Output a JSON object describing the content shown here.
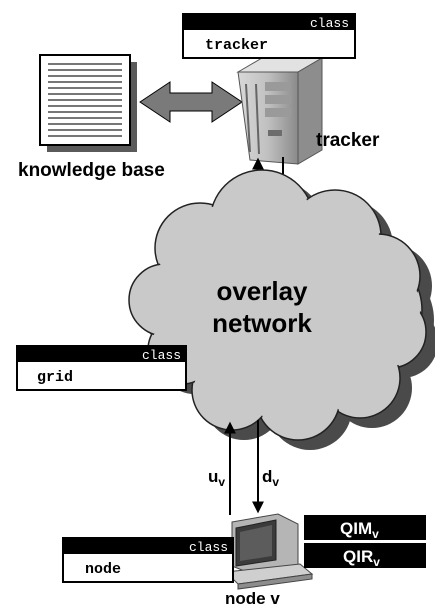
{
  "class_boxes": {
    "tracker": {
      "header": "class",
      "name": "tracker"
    },
    "grid": {
      "header": "class",
      "name": "grid"
    },
    "node": {
      "header": "class",
      "name": "node"
    }
  },
  "labels": {
    "knowledge_base": "knowledge base",
    "tracker": "tracker",
    "overlay_line1": "overlay",
    "overlay_line2": "network",
    "node_v": "node v"
  },
  "links": {
    "up": {
      "base": "u",
      "sub": "v"
    },
    "down": {
      "base": "d",
      "sub": "v"
    }
  },
  "tags": {
    "qim": {
      "base": "QIM",
      "sub": "v"
    },
    "qir": {
      "base": "QIR",
      "sub": "v"
    }
  }
}
